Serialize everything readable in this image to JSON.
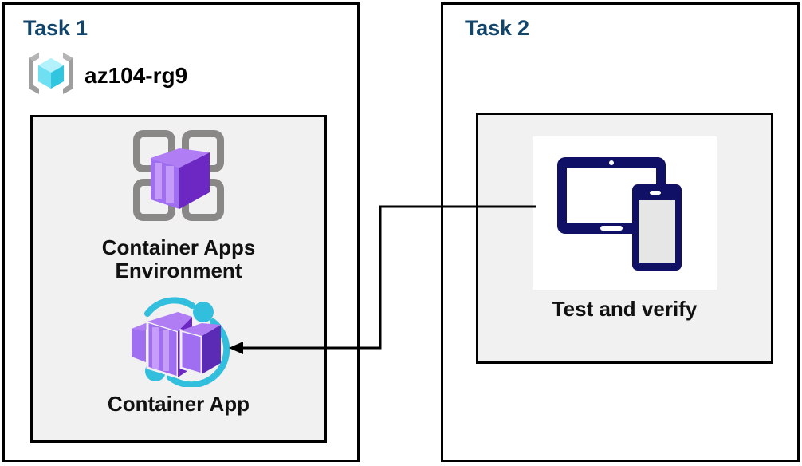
{
  "diagram": {
    "title_task1": "Task 1",
    "title_task2": "Task 2",
    "title_color": "#12456b",
    "panel_border_color": "#000000",
    "inner_box_fill": "#f1f1f1",
    "connector_color": "#000000"
  },
  "task1": {
    "label": "Task 1",
    "resource_group": {
      "name": "az104-rg9",
      "icon": "resource-group-icon",
      "icon_colors": {
        "cube": "#32d4f5",
        "cube_dark": "#2cb6d6",
        "brackets": "#949494"
      }
    },
    "nodes": [
      {
        "id": "container-apps-environment",
        "label": "Container Apps\nEnvironment",
        "icon": "container-apps-environment-icon",
        "icon_colors": {
          "frame": "#8a8886",
          "box_light": "#b77af4",
          "box_mid": "#9a5ae8",
          "box_dark": "#6d28c4"
        }
      },
      {
        "id": "container-app",
        "label": "Container App",
        "icon": "container-app-icon",
        "icon_colors": {
          "arc": "#32bedd",
          "box_light": "#b77af4",
          "box_mid": "#9a5ae8",
          "box_dark": "#5c2bb5"
        }
      }
    ]
  },
  "task2": {
    "label": "Task 2",
    "nodes": [
      {
        "id": "test-and-verify",
        "label": "Test and verify",
        "icon": "devices-test-icon",
        "icon_colors": {
          "device": "#101066",
          "screen": "#ffffff",
          "phone_screen": "#e6e6e6",
          "plate": "#ffffff"
        }
      }
    ]
  },
  "connector": {
    "from": "test-and-verify",
    "to": "container-app",
    "arrow_head": "left",
    "style": "orthogonal"
  }
}
